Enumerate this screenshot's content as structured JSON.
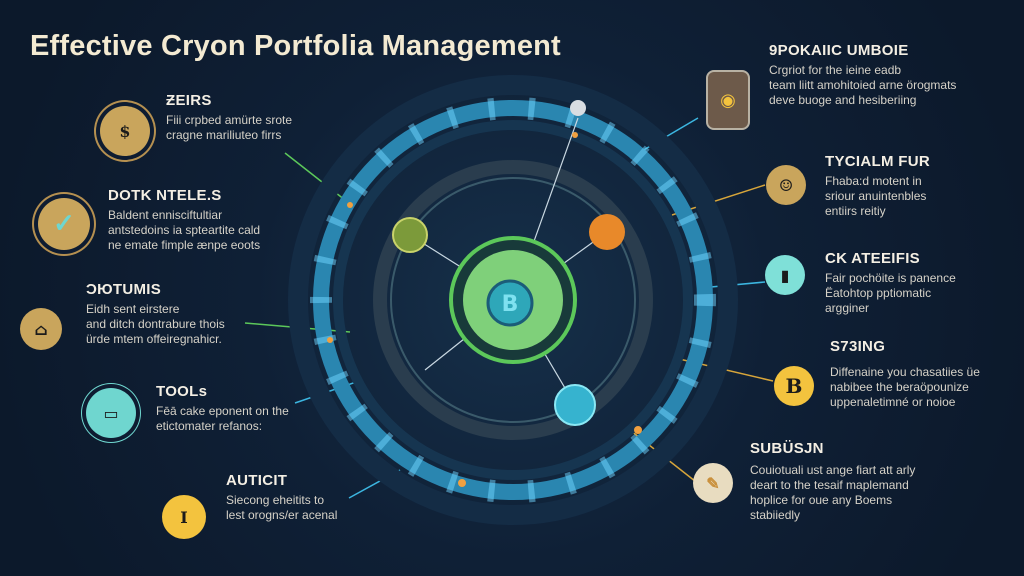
{
  "title": "Effective Cryon Portfolia Management",
  "left_items": [
    {
      "title": "ƵEIRS",
      "desc": "Fiii crpbed amürte srote\ncragne mariliuteo firrs",
      "icon": "money-bag-icon"
    },
    {
      "title": "DOTK NTELE.S",
      "desc": "Baldent ennisciftultiar\nantstedoins ia spteartite cald\nne emate fimple ænpe eoots",
      "icon": "chart-check-icon"
    },
    {
      "title": "ƆЮTUMIS",
      "desc": "Eidh sent eirstere\nand ditch dontrabure thois\nürde mtem offeiregnahicr.",
      "icon": "growth-arrow-icon"
    },
    {
      "title": "TOOLs",
      "desc": "Fēā cake eponent on the\netictomater refanos:",
      "icon": "wallet-icon"
    },
    {
      "title": "AUTICIT",
      "desc": "Siecong eheitits to\nlest orogns/er acenal",
      "icon": "pillar-coin-icon"
    }
  ],
  "right_items": [
    {
      "title": "9POKAIIC UMBOIE",
      "desc": "Crgriot for the ieine eadb\nteam liitt amohitoied arne örogmats\ndeve buoge and hesiberiing",
      "icon": "robot-icon"
    },
    {
      "title": "TYCIALM FUR",
      "desc": "Fhaba:d motent in\nsriour anuintenbles\nentiirs reitiy",
      "icon": "gear-face-icon"
    },
    {
      "title": "CK ATEEIFIS",
      "desc": "Fair pochöite is panence\nЁatohtop pptiomatic\nargginer",
      "icon": "device-icon"
    },
    {
      "title": "S73ING",
      "desc": "Diffenaine you chasatiies üe\nnabibee the beraöpounize\nuppenaletimné or noioe",
      "icon": "bitcoin-coin-icon",
      "glyph": "B"
    },
    {
      "title": "SUBÜSJN",
      "desc": "Couiotuali ust ange fiart att arly\ndeart to the tesaif maplemand\nhoplice for oue any Boems\nstabiiedly",
      "icon": "pen-icon"
    }
  ],
  "center": {
    "glyph": "B",
    "icon": "bitcoin-center-icon"
  },
  "colors": {
    "bg": "#0e1c31",
    "gold": "#c9a55c",
    "teal": "#6fd6cf",
    "yellow": "#f3c33e",
    "ring": "#2f8fb8",
    "green": "#5cc85a",
    "orange": "#e8892a"
  }
}
